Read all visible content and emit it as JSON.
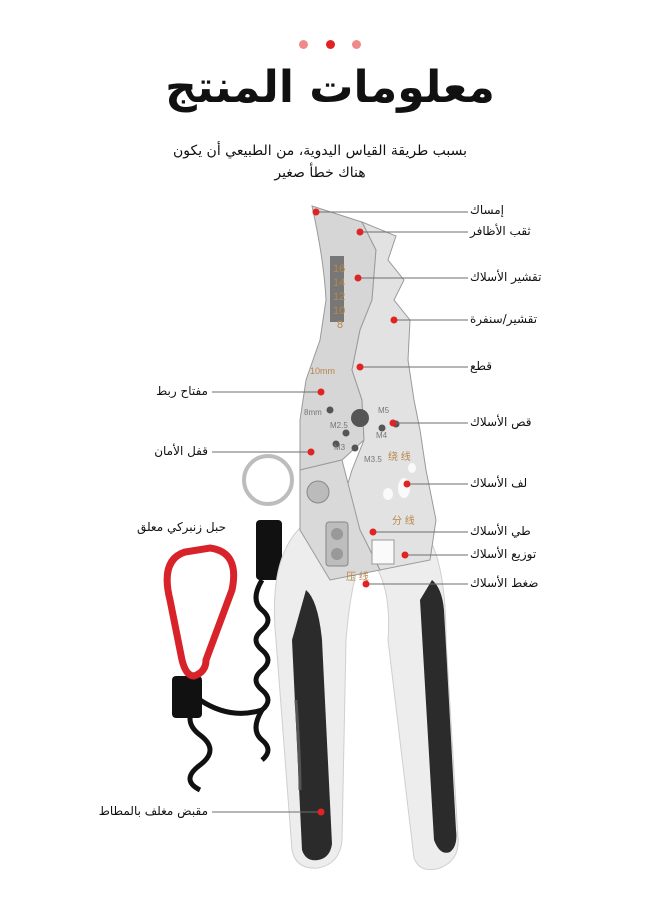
{
  "header": {
    "title": "معلومات المنتج",
    "subtitle_line1": "بسبب طريقة القياس اليدوية، من الطبيعي أن يكون",
    "subtitle_line2": "هناك خطأ صغير"
  },
  "colors": {
    "accent": "#e02424",
    "dot_light": "#f08a8a",
    "steel": "#d8d8d8",
    "handle_dark": "#2b2b2b",
    "handle_light": "#efefef",
    "carabiner": "#d8232a",
    "markings": "#b8864b"
  },
  "jaw_markings": {
    "gauges": [
      "16",
      "14",
      "12",
      "10",
      "8"
    ],
    "cut_size": "10mm",
    "bolt_sizes": [
      "8mm",
      "M2.5",
      "M3",
      "M4",
      "M3.5",
      "M5"
    ],
    "cn_twist": "绕 线",
    "cn_split": "分 线",
    "cn_press": "压 线"
  },
  "callouts_right": [
    {
      "label": "إمساك"
    },
    {
      "label": "ثقب الأظافر"
    },
    {
      "label": "تقشير الأسلاك"
    },
    {
      "label": "تقشير/سنفرة"
    },
    {
      "label": "قطع"
    },
    {
      "label": "قص الأسلاك"
    },
    {
      "label": "لف الأسلاك"
    },
    {
      "label": "طي الأسلاك"
    },
    {
      "label": "توزيع الأسلاك"
    },
    {
      "label": "ضغط الأسلاك"
    }
  ],
  "callouts_left": [
    {
      "label": "مفتاح ربط"
    },
    {
      "label": "قفل الأمان"
    },
    {
      "label": "حبل زنبركي معلق"
    },
    {
      "label": "مقبض مغلف بالمطاط"
    }
  ]
}
